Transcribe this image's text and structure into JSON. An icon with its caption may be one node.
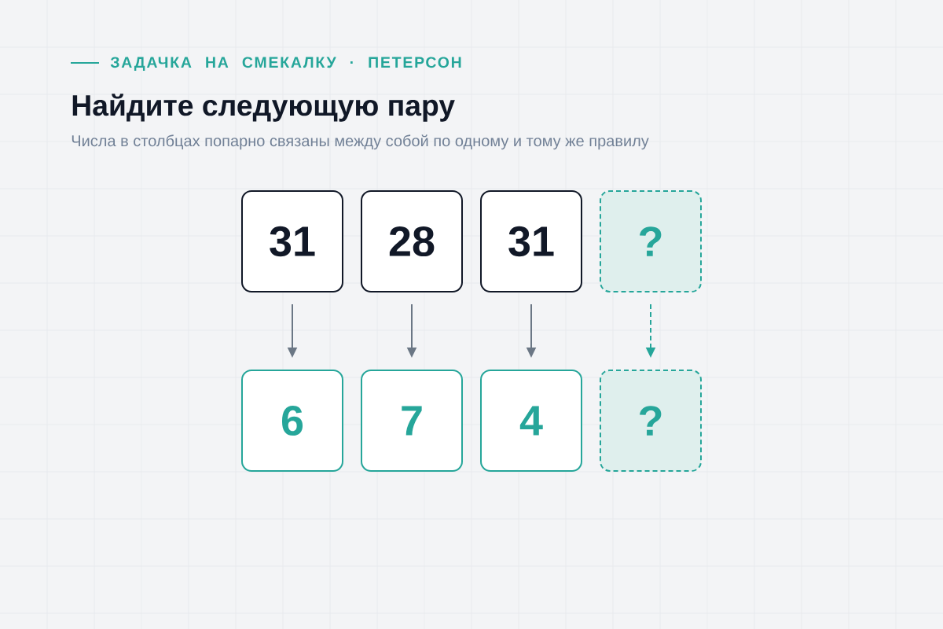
{
  "diagram": {
    "title": "Найдите следующую пару",
    "nodes": [
      {
        "text": [
          "31"
        ]
      },
      {
        "text": [
          "28"
        ]
      },
      {
        "text": [
          "31"
        ]
      },
      {
        "text": [
          "?"
        ]
      },
      {
        "text": [
          "6"
        ]
      },
      {
        "text": [
          "7"
        ]
      },
      {
        "text": [
          "4"
        ]
      },
      {
        "text": [
          "?"
        ]
      }
    ],
    "edges": [
      {
        "from": 0,
        "to": 4,
        "arrow": "to"
      },
      {
        "from": 1,
        "to": 5,
        "arrow": "to"
      },
      {
        "from": 2,
        "to": 6,
        "arrow": "to"
      },
      {
        "from": 3,
        "to": 7,
        "arrow": "to",
        "style": "dashed",
        "color": "#26a69a"
      }
    ],
    "labels": [
      "ЗАДАЧКА НА СМЕКАЛКУ · ПЕТЕРСОН",
      "Числа в столбцах попарно связаны между собой по одному и тому же правилу"
    ]
  }
}
